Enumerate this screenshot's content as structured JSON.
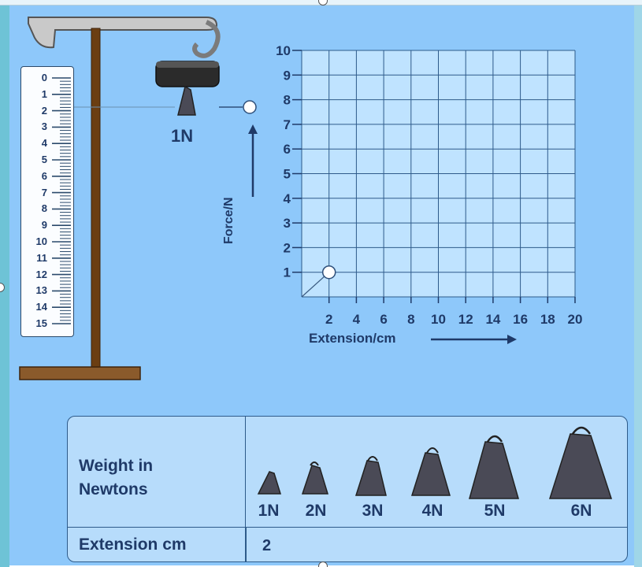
{
  "ruler": {
    "marks": [
      "0",
      "1",
      "2",
      "3",
      "4",
      "5",
      "6",
      "7",
      "8",
      "9",
      "10",
      "11",
      "12",
      "13",
      "14",
      "15"
    ]
  },
  "hanging_weight_label": "1N",
  "graph": {
    "y_axis_label": "Force/N",
    "x_axis_label": "Extension/cm",
    "y_ticks": [
      "1",
      "2",
      "3",
      "4",
      "5",
      "6",
      "7",
      "8",
      "9",
      "10"
    ],
    "x_ticks": [
      "2",
      "4",
      "6",
      "8",
      "10",
      "12",
      "14",
      "16",
      "18",
      "20"
    ]
  },
  "chart_data": {
    "type": "scatter",
    "xlabel": "Extension/cm",
    "ylabel": "Force/N",
    "xlim": [
      0,
      20
    ],
    "ylim": [
      0,
      10
    ],
    "grid": true,
    "points": [
      {
        "x": 2,
        "y": 1
      }
    ]
  },
  "table": {
    "weight_label": "Weight in Newtons",
    "extension_label": "Extension cm",
    "weights": [
      "1N",
      "2N",
      "3N",
      "4N",
      "5N",
      "6N"
    ],
    "extension_value": "2"
  },
  "colors": {
    "background": "#8ec8fa",
    "graph_bg": "#bfe3ff",
    "text": "#1f3a68",
    "stand": "#6b3e12",
    "weight": "#4a4a56"
  }
}
